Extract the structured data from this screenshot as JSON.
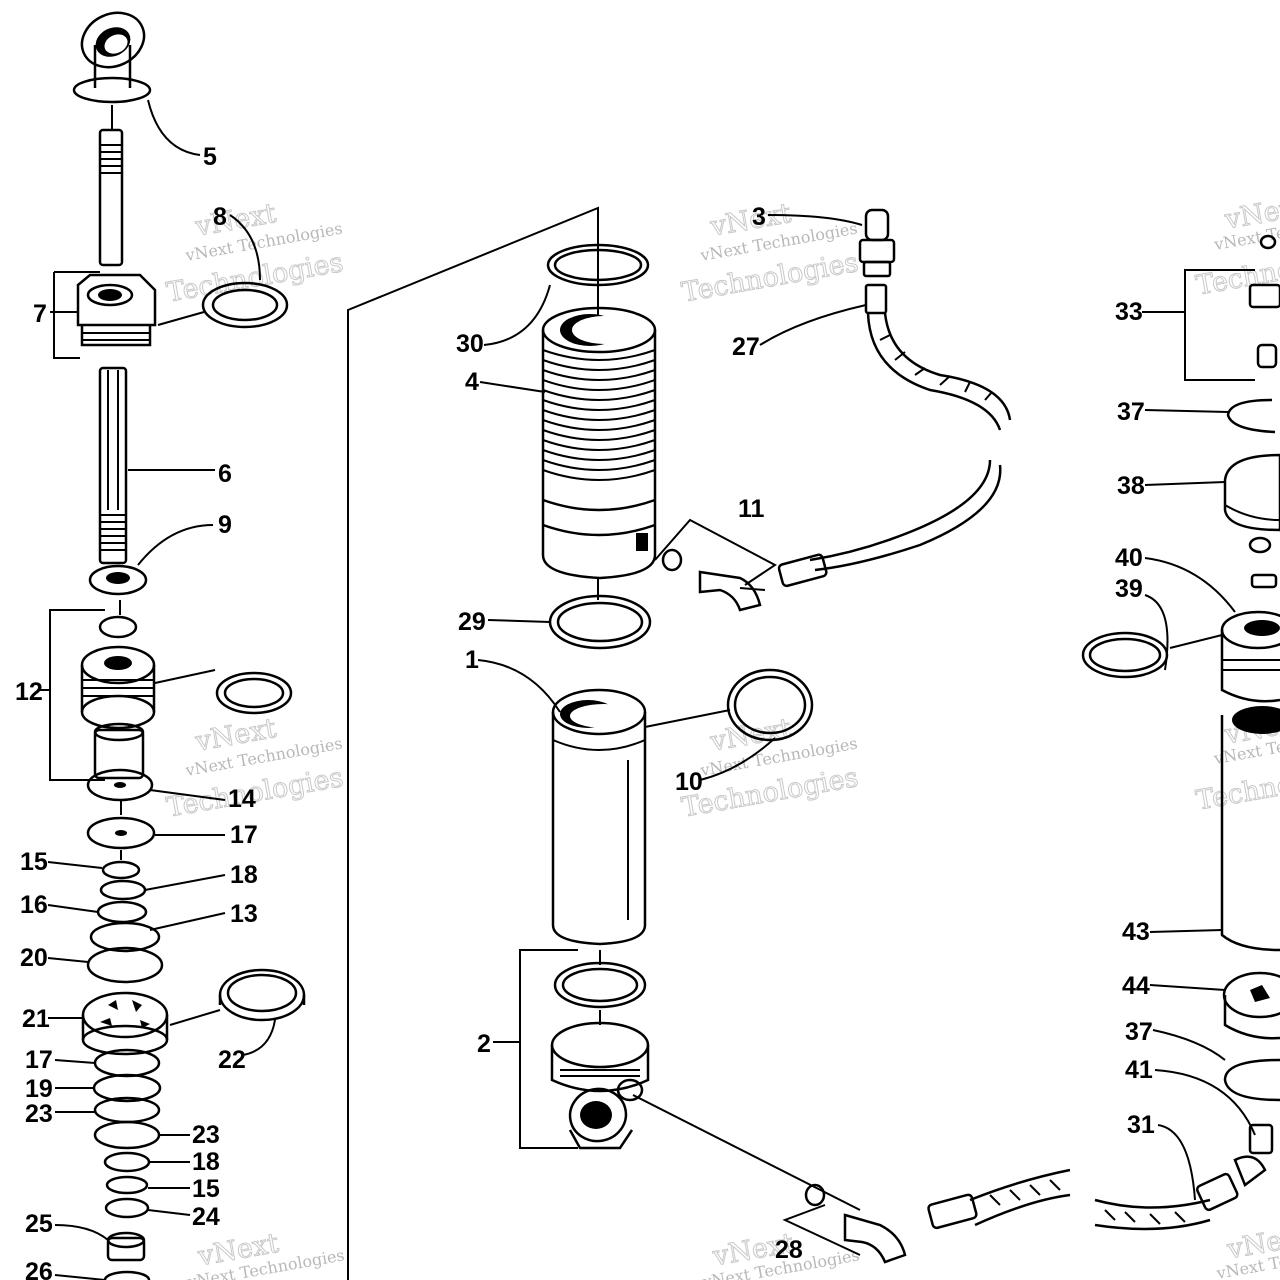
{
  "callouts": {
    "c1": "1",
    "c2": "2",
    "c3": "3",
    "c4": "4",
    "c5": "5",
    "c6": "6",
    "c7": "7",
    "c8": "8",
    "c9": "9",
    "c10": "10",
    "c11": "11",
    "c12": "12",
    "c13": "13",
    "c14": "14",
    "c15a": "15",
    "c15b": "15",
    "c16": "16",
    "c17a": "17",
    "c17b": "17",
    "c18a": "18",
    "c18b": "18",
    "c19": "19",
    "c20": "20",
    "c21": "21",
    "c22": "22",
    "c23a": "23",
    "c23b": "23",
    "c24": "24",
    "c25": "25",
    "c26": "26",
    "c27": "27",
    "c28": "28",
    "c29": "29",
    "c30": "30",
    "c31": "31",
    "c33": "33",
    "c37a": "37",
    "c37b": "37",
    "c38": "38",
    "c39": "39",
    "c40": "40",
    "c41": "41",
    "c43": "43",
    "c44": "44"
  },
  "watermark": {
    "line1": "vNext",
    "line2": "vNext Technologies",
    "line3": "Technologies"
  }
}
